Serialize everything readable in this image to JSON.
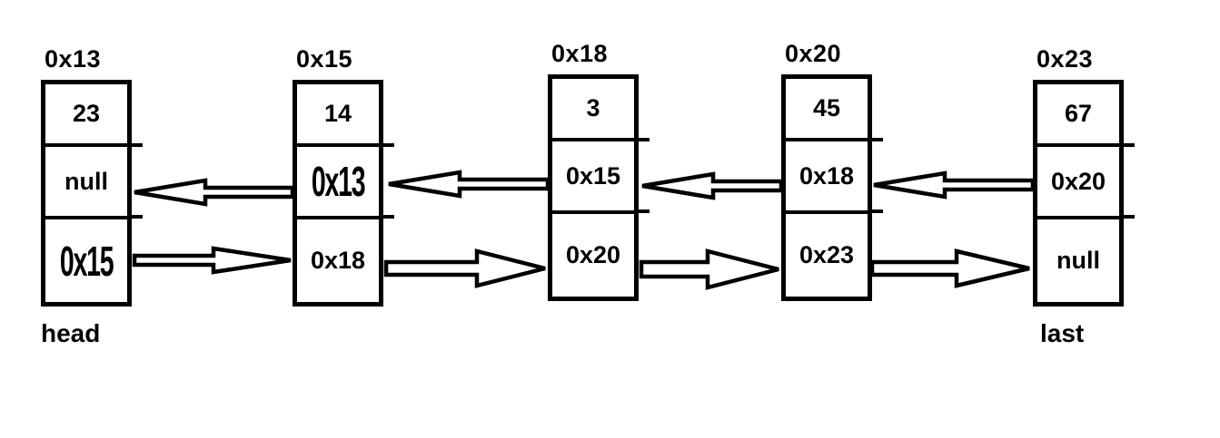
{
  "colors": {
    "ink": "#000000",
    "background": "#ffffff"
  },
  "structure": "doubly-linked-list",
  "nodes": [
    {
      "address": "0x13",
      "value": "23",
      "prev": "null",
      "next": "0x15",
      "caption": "head"
    },
    {
      "address": "0x15",
      "value": "14",
      "prev": "0x13",
      "next": "0x18",
      "caption": ""
    },
    {
      "address": "0x18",
      "value": "3",
      "prev": "0x15",
      "next": "0x20",
      "caption": ""
    },
    {
      "address": "0x20",
      "value": "45",
      "prev": "0x18",
      "next": "0x23",
      "caption": ""
    },
    {
      "address": "0x23",
      "value": "67",
      "prev": "0x20",
      "next": "null",
      "caption": "last"
    }
  ]
}
